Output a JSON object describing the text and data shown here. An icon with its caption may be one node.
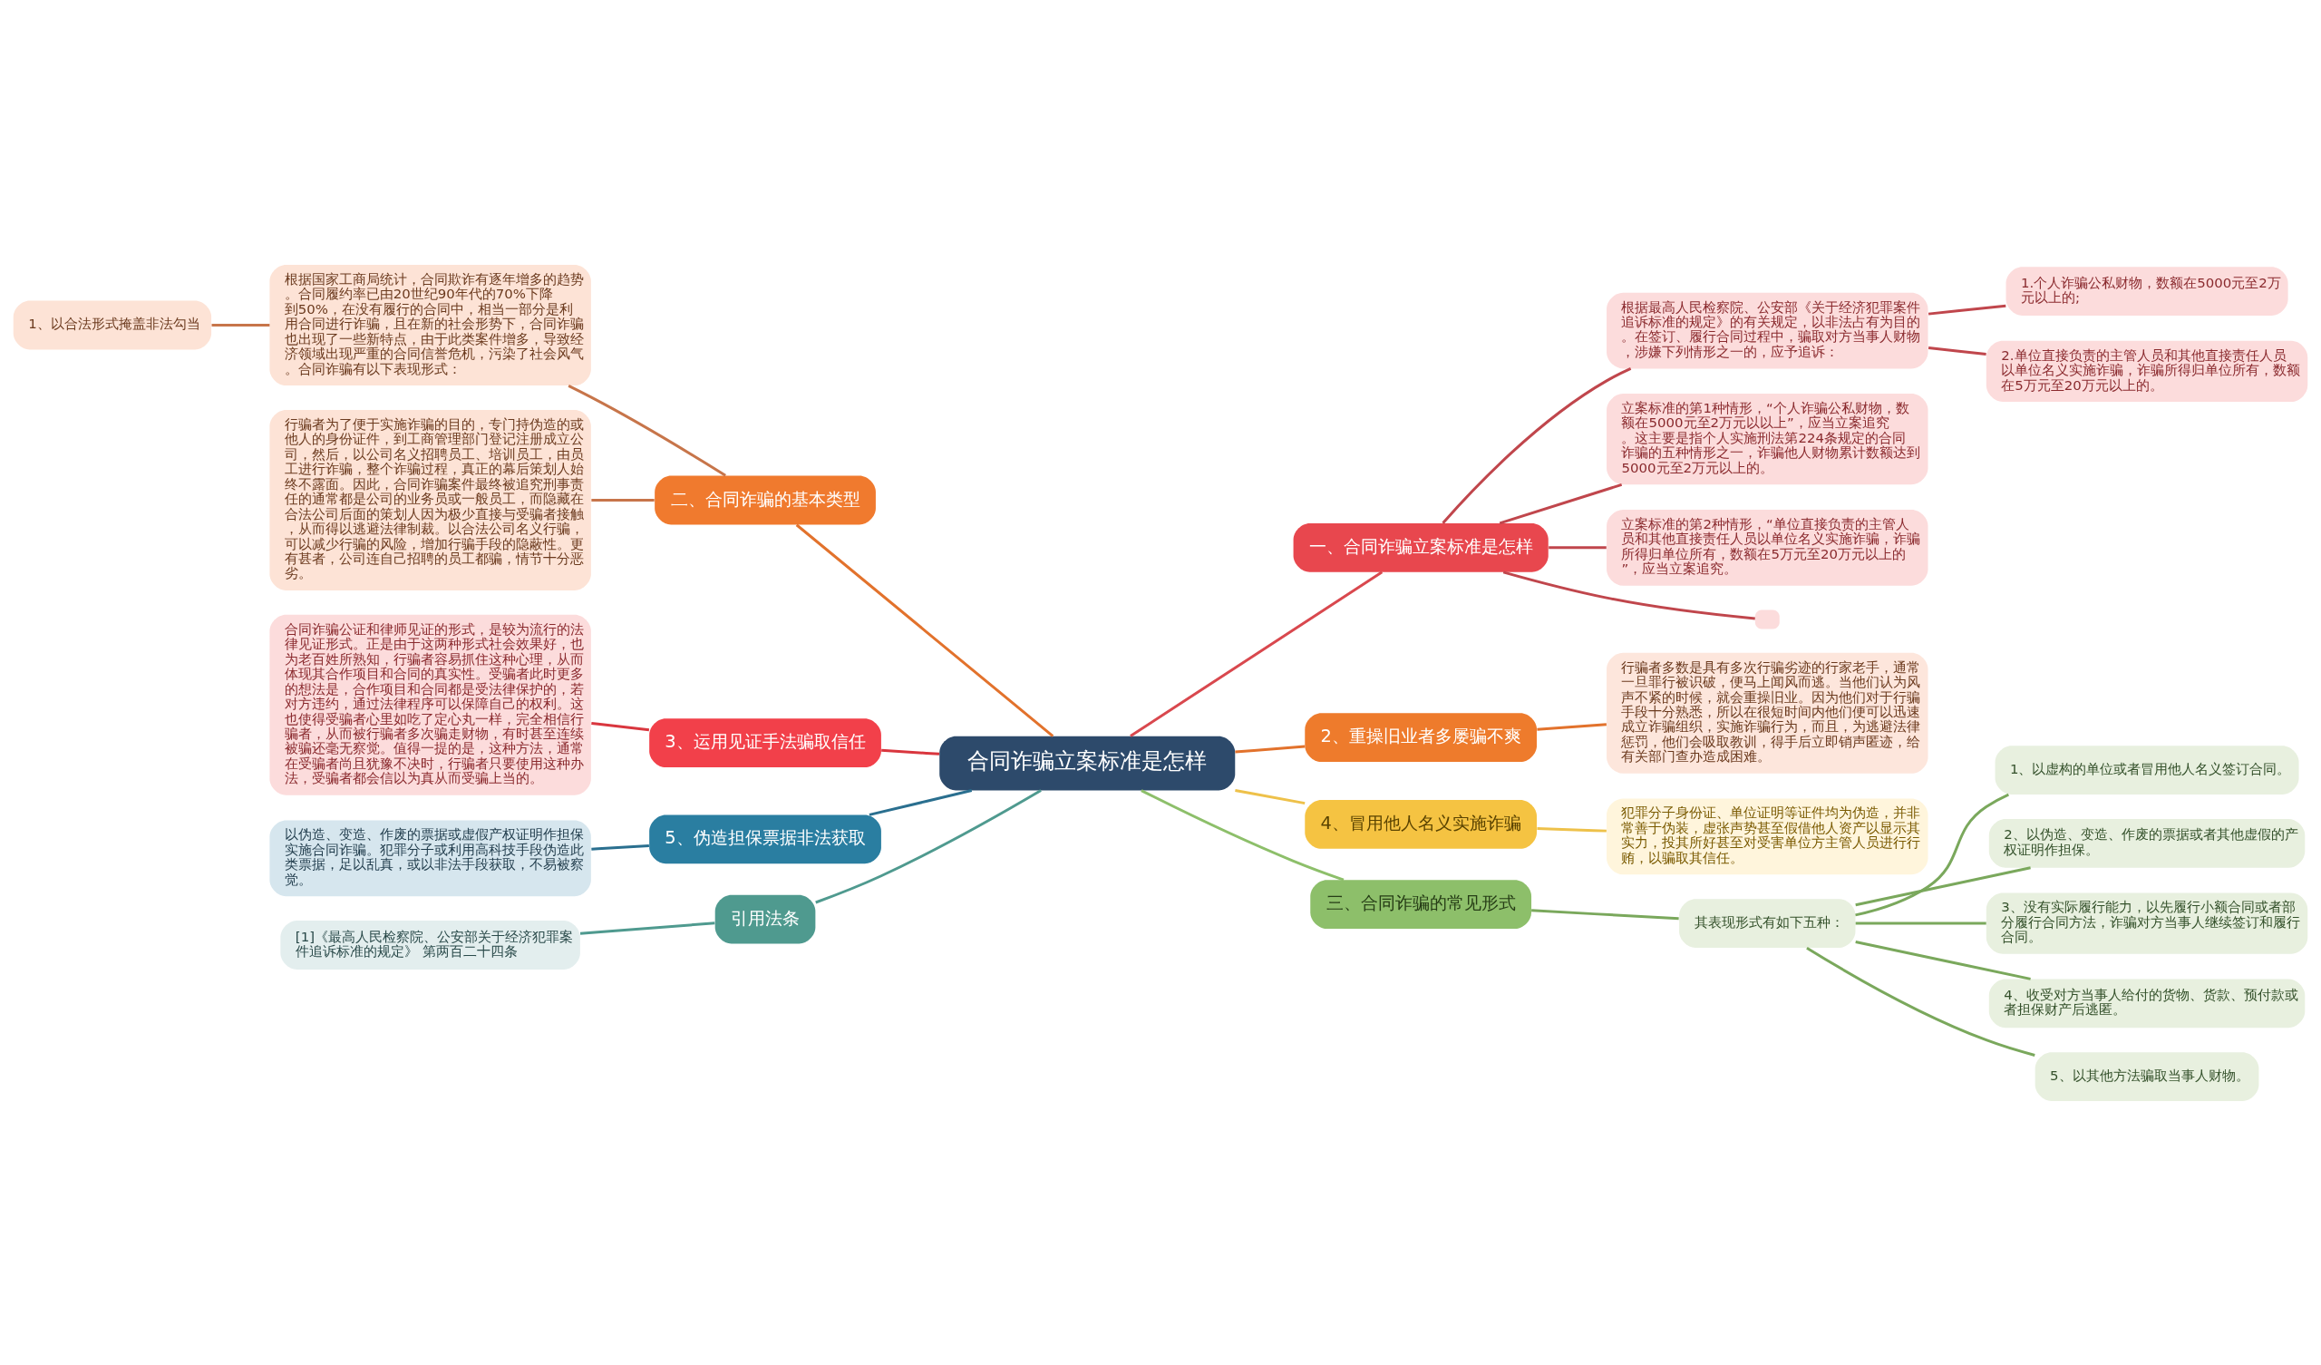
{
  "diagram": {
    "nodes": [
      {
        "text": [
          "合同诈骗立案标准是怎样"
        ]
      },
      {
        "text": [
          "一、合同诈骗立案标准是怎样"
        ]
      },
      {
        "text": [
          "根据最高人民检察院、公安部《关于经济犯罪案件追诉标准的规定》的有关规定，以非法占有为目的。在签订、履行合同过程中，骗取对方当事人财物，涉嫌下列情形之一的，应予追诉："
        ]
      },
      {
        "text": [
          "1.个人诈骗公私财物，数额在5000元至2万元以上的;"
        ]
      },
      {
        "text": [
          "2.单位直接负责的主管人员和其他直接责任人员以单位名义实施诈骗，诈骗所得归单位所有，数额在5万元至20万元以上的。"
        ]
      },
      {
        "text": [
          "立案标准的第1种情形，“个人诈骗公私财物，数额在5000元至2万元以以上”，应当立案追究。这主要是指个人实施刑法第224条规定的合同诈骗的五种情形之一，诈骗他人财物累计数额达到5000元至2万元以上的。"
        ]
      },
      {
        "text": [
          "立案标准的第2种情形，“单位直接负责的主管人员和其他直接责任人员以单位名义实施诈骗，诈骗所得归单位所有，数额在5万元至20万元以上的”，应当立案追究。"
        ]
      },
      {
        "text": [],
        "shape": "box"
      },
      {
        "text": [
          "2、重操旧业者多屡骗不爽"
        ]
      },
      {
        "text": [
          "行骗者多数是具有多次行骗劣迹的行家老手，通常一旦罪行被识破，便马上闻风而逃。当他们认为风声不紧的时候，就会重操旧业。因为他们对于行骗手段十分熟悉，所以在很短时间内他们便可以迅速成立诈骗组织，实施诈骗行为，而且，为逃避法律惩罚，他们会吸取教训，得手后立即销声匿迹，给有关部门查办造成困难。"
        ]
      },
      {
        "text": [
          "4、冒用他人名义实施诈骗"
        ]
      },
      {
        "text": [
          "犯罪分子身份证、单位证明等证件均为伪造，并非常善于伪装，虚张声势甚至假借他人资产以显示其实力，投其所好甚至对受害单位方主管人员进行行贿，以骗取其信任。"
        ]
      },
      {
        "text": [
          "三、合同诈骗的常见形式"
        ]
      },
      {
        "text": [
          "其表现形式有如下五种："
        ]
      },
      {
        "text": [
          "1、以虚构的单位或者冒用他人名义签订合同。"
        ]
      },
      {
        "text": [
          "2、以伪造、变造、作废的票据或者其他虚假的产权证明作担保。"
        ]
      },
      {
        "text": [
          "3、没有实际履行能力，以先履行小额合同或者部分履行合同方法，诈骗对方当事人继续签订和履行合同。"
        ]
      },
      {
        "text": [
          "4、收受对方当事人给付的货物、货款、预付款或者担保财产后逃匿。"
        ]
      },
      {
        "text": [
          "5、以其他方法骗取当事人财物。"
        ]
      },
      {
        "text": [
          "二、合同诈骗的基本类型"
        ]
      },
      {
        "text": [
          "根据国家工商局统计，合同欺诈有逐年增多的趋势。合同履约率已由20世纪90年代的70%下降到50%，在没有履行的合同中，相当一部分是利用合同进行诈骗，且在新的社会形势下，合同诈骗也出现了一些新特点，由于此类案件增多，导致经济领域出现严重的合同信誉危机，污染了社会风气。合同诈骗有以下表现形式："
        ]
      },
      {
        "text": [
          "1、以合法形式掩盖非法勾当"
        ]
      },
      {
        "text": [
          "行骗者为了便于实施诈骗的目的，专门持伪造的或他人的身份证件，到工商管理部门登记注册成立公司，然后，以公司名义招聘员工、培训员工，由员工进行诈骗，整个诈骗过程，真正的幕后策划人始终不露面。因此，合同诈骗案件最终被追究刑事责任的通常都是公司的业务员或一般员工，而隐藏在合法公司后面的策划人因为极少直接与受骗者接触，从而得以逃避法律制裁。以合法公司名义行骗，可以减少行骗的风险，增加行骗手段的隐蔽性。更有甚者，公司连自己招聘的员工都骗，情节十分恶劣。"
        ]
      },
      {
        "text": [
          "3、运用见证手法骗取信任"
        ]
      },
      {
        "text": [
          "合同诈骗公证和律师见证的形式，是较为流行的法律见证形式。正是由于这两种形式社会效果好，也为老百姓所熟知，行骗者容易抓住这种心理，从而体现其合作项目和合同的真实性。受骗者此时更多的想法是，合作项目和合同都是受法律保护的，若对方违约，通过法律程序可以保障自己的权利。这也使得受骗者心里如吃了定心丸一样，完全相信行骗者，从而被行骗者多次骗走财物，有时甚至连续被骗还毫无察觉。值得一提的是，这种方法，通常在受骗者尚且犹豫不决时，行骗者只要使用这种办法，受骗者都会信以为真从而受骗上当的。"
        ]
      },
      {
        "text": [
          "5、伪造担保票据非法获取"
        ]
      },
      {
        "text": [
          "以伪造、变造、作废的票据或虚假产权证明作担保实施合同诈骗。犯罪分子或利用高科技手段伪造此类票据，足以乱真，或以非法手段获取，不易被察觉。"
        ]
      },
      {
        "text": [
          "引用法条"
        ]
      },
      {
        "text": [
          "[1]《最高人民检察院、公安部关于经济犯罪案件追诉标准的规定》 第两百二十四条"
        ]
      }
    ],
    "edges": [
      {
        "from": 0,
        "to": 1,
        "arrow": "none",
        "color": "#d9484e"
      },
      {
        "from": 1,
        "to": 2,
        "arrow": "none",
        "color": "#c0464c"
      },
      {
        "from": 2,
        "to": 3,
        "arrow": "none",
        "color": "#c0464c"
      },
      {
        "from": 2,
        "to": 4,
        "arrow": "none",
        "color": "#c0464c"
      },
      {
        "from": 1,
        "to": 5,
        "arrow": "none",
        "color": "#c0464c"
      },
      {
        "from": 1,
        "to": 6,
        "arrow": "none",
        "color": "#c0464c"
      },
      {
        "from": 1,
        "to": 7,
        "arrow": "none",
        "color": "#c0464c"
      },
      {
        "from": 0,
        "to": 8,
        "arrow": "none",
        "color": "#e2722c"
      },
      {
        "from": 8,
        "to": 9,
        "arrow": "none",
        "color": "#e2722c"
      },
      {
        "from": 0,
        "to": 10,
        "arrow": "none",
        "color": "#eec14a"
      },
      {
        "from": 10,
        "to": 11,
        "arrow": "none",
        "color": "#eec14a"
      },
      {
        "from": 0,
        "to": 12,
        "arrow": "none",
        "color": "#8dbf6a"
      },
      {
        "from": 12,
        "to": 13,
        "arrow": "none",
        "color": "#7aa85c"
      },
      {
        "from": 13,
        "to": 14,
        "arrow": "none",
        "color": "#7aa85c"
      },
      {
        "from": 13,
        "to": 15,
        "arrow": "none",
        "color": "#7aa85c"
      },
      {
        "from": 13,
        "to": 16,
        "arrow": "none",
        "color": "#7aa85c"
      },
      {
        "from": 13,
        "to": 17,
        "arrow": "none",
        "color": "#7aa85c"
      },
      {
        "from": 13,
        "to": 18,
        "arrow": "none",
        "color": "#7aa85c"
      },
      {
        "from": 0,
        "to": 19,
        "arrow": "none",
        "color": "#e2722c"
      },
      {
        "from": 19,
        "to": 20,
        "arrow": "none",
        "color": "#c7754a"
      },
      {
        "from": 20,
        "to": 21,
        "arrow": "none",
        "color": "#c7754a"
      },
      {
        "from": 19,
        "to": 22,
        "arrow": "none",
        "color": "#c7754a"
      },
      {
        "from": 0,
        "to": 23,
        "arrow": "none",
        "color": "#d9363e"
      },
      {
        "from": 23,
        "to": 24,
        "arrow": "none",
        "color": "#d9363e"
      },
      {
        "from": 0,
        "to": 25,
        "arrow": "none",
        "color": "#2a6f8f"
      },
      {
        "from": 25,
        "to": 26,
        "arrow": "none",
        "color": "#2a6f8f"
      },
      {
        "from": 0,
        "to": 27,
        "arrow": "none",
        "color": "#4f9a8f"
      },
      {
        "from": 27,
        "to": 28,
        "arrow": "none",
        "color": "#4f9a8f"
      }
    ]
  }
}
